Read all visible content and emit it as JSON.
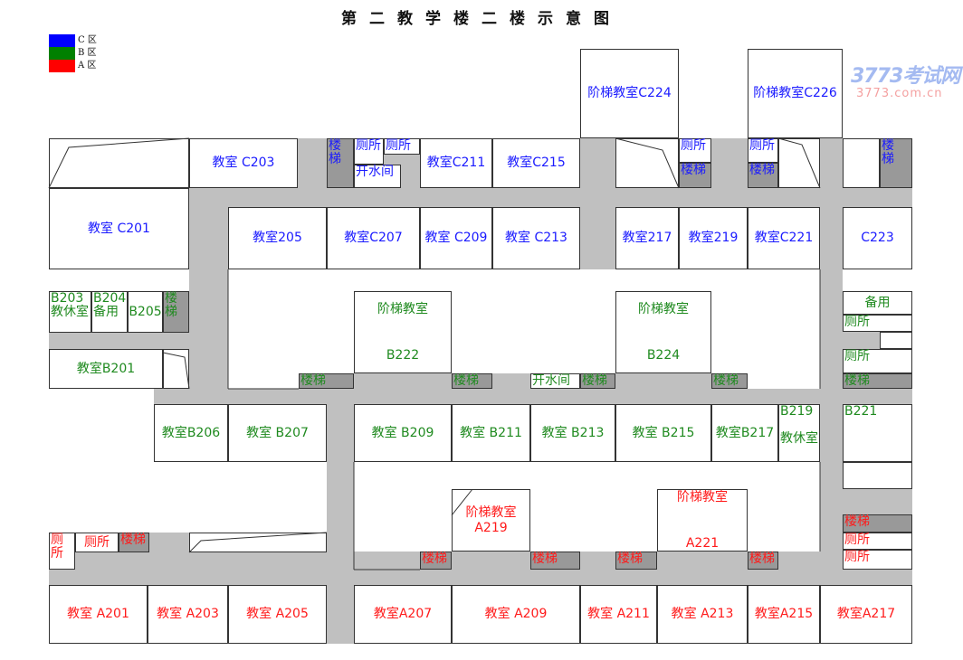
{
  "title": "第二教学楼二楼示意图",
  "legend": [
    {
      "label": "C 区",
      "color": "#0000ff"
    },
    {
      "label": "B 区",
      "color": "#008000"
    },
    {
      "label": "A 区",
      "color": "#ff0000"
    }
  ],
  "colors": {
    "corridor": "#c0c0c0",
    "stair": "#999999",
    "C": "#1a1aff",
    "B": "#1f8a1f",
    "A": "#ff1a1a"
  },
  "rooms": {
    "c203": "教室 C203",
    "c_stair1": "楼\n梯",
    "c_wc1": "厕所",
    "c_wc2": "厕所",
    "c_water": "开水间",
    "c211": "教室C211",
    "c215": "教室C215",
    "c224": "阶梯教室C224",
    "c_wc3": "厕所",
    "c_stair2": "楼梯",
    "c226": "阶梯教室C226",
    "c_wc4": "厕所",
    "c_stair3": "楼梯",
    "c_stair4": "楼\n梯",
    "c201": "教室 C201",
    "c205": "教室205",
    "c207": "教室C207",
    "c209": "教室 C209",
    "c213": "教室 C213",
    "c217": "教室217",
    "c219": "教室219",
    "c221": "教室C221",
    "c223": "C223",
    "b203": "B203\n教休室",
    "b204": "B204\n备用",
    "b205": "B205",
    "b_stair1": "楼\n梯",
    "b201": "教室B201",
    "b222": "阶梯教室\n\n\nB222",
    "b_stair2": "楼梯",
    "b_stair3": "楼梯",
    "b_water": "开水间",
    "b_stair4": "楼梯",
    "b224": "阶梯教室\n\n\nB224",
    "b_stair5": "楼梯",
    "b_spare": "备用",
    "b_wc1": "厕所",
    "b_wc2": "厕所",
    "b_stair6": "楼梯",
    "b206": "教室B206",
    "b207": "教室 B207",
    "b209": "教室 B209",
    "b211": "教室 B211",
    "b213": "教室 B213",
    "b215": "教室 B215",
    "b217": "教室B217",
    "b219": "B219\n\n教休室",
    "b221": "B221",
    "a219": "阶梯教室\nA219",
    "a_stair1": "楼梯",
    "a_stair2": "楼梯",
    "a_stair3": "楼梯",
    "a221": "阶梯教室\n\n\nA221",
    "a_stair4": "楼梯",
    "a_stair5": "楼梯",
    "a_wc1": "厕所",
    "a_wc2": "厕所",
    "a_wc3": "厕\n所",
    "a_wc4": "厕所",
    "a_stair6": "楼梯",
    "a201": "教室 A201",
    "a203": "教室 A203",
    "a205": "教室 A205",
    "a207": "教室A207",
    "a209": "教室 A209",
    "a211": "教室 A211",
    "a213": "教室 A213",
    "a215": "教室A215",
    "a217": "教室A217"
  },
  "watermark": {
    "brand": "3773考试网",
    "site": "3773.com.cn"
  }
}
